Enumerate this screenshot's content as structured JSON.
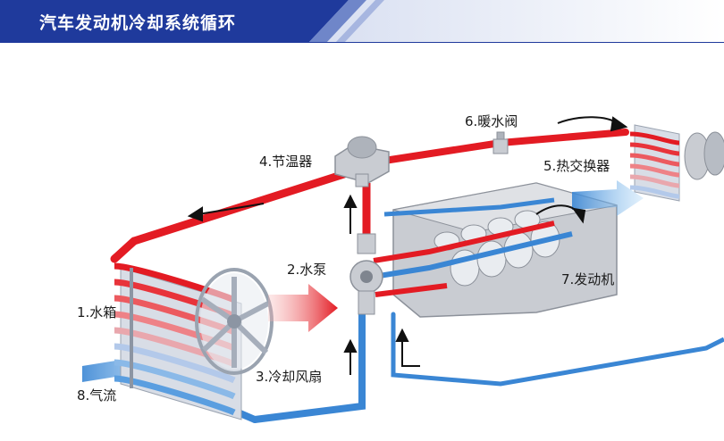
{
  "header": {
    "title": "汽车发动机冷却系统循环"
  },
  "labels": {
    "radiator": "1.水箱",
    "water_pump": "2.水泵",
    "cooling_fan": "3.冷却风扇",
    "thermostat": "4.节温器",
    "heat_exchanger": "5.热交换器",
    "heater_valve": "6.暖水阀",
    "engine": "7.发动机",
    "airflow": "8.气流"
  },
  "colors": {
    "header_blue": "#1f3a9c",
    "hot_pipe": "#e31b23",
    "cold_pipe": "#3a86d4",
    "airflow": "#5aa6e8"
  }
}
